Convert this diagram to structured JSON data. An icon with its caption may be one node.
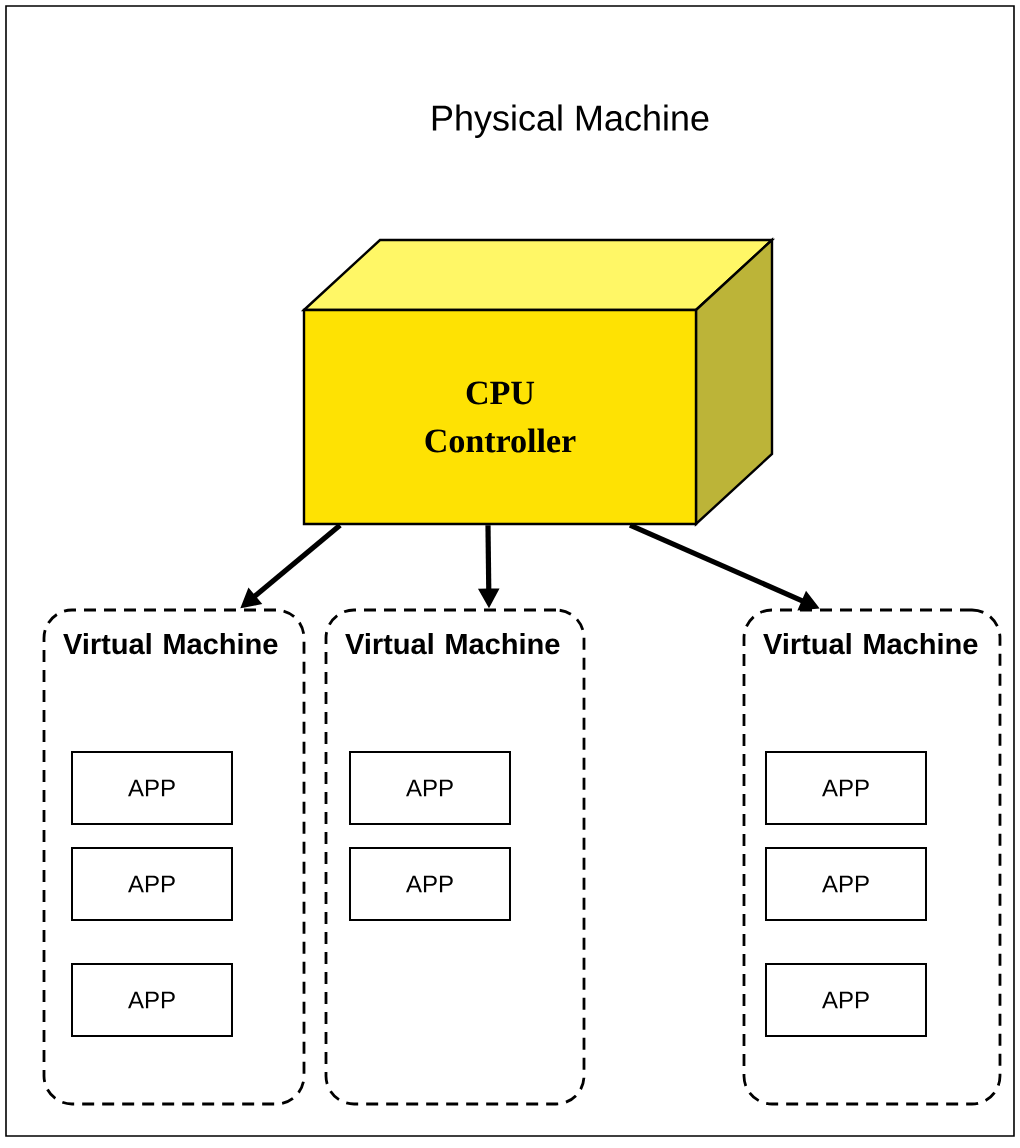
{
  "diagram": {
    "nodes": [
      {
        "text": [
          "Physical Machine"
        ]
      },
      {
        "text": [
          "CPU Controller"
        ],
        "in": 0
      },
      {
        "text": [
          "Virtual Machine"
        ],
        "in": 0
      },
      {
        "text": [
          "APP"
        ],
        "in": 2
      },
      {
        "text": [
          "APP"
        ],
        "in": 2
      },
      {
        "text": [
          "APP"
        ],
        "in": 2
      },
      {
        "text": [
          "Virtual Machine"
        ],
        "in": 0
      },
      {
        "text": [
          "APP"
        ],
        "in": 6
      },
      {
        "text": [
          "APP"
        ],
        "in": 6
      },
      {
        "text": [
          "Virtual Machine"
        ],
        "in": 0
      },
      {
        "text": [
          "APP"
        ],
        "in": 9
      },
      {
        "text": [
          "APP"
        ],
        "in": 9
      },
      {
        "text": [
          "APP"
        ],
        "in": 9
      }
    ],
    "edges": [
      {
        "from": 1,
        "to": 2,
        "arrow": "to"
      },
      {
        "from": 1,
        "to": 6,
        "arrow": "to"
      },
      {
        "from": 1,
        "to": 9,
        "arrow": "to"
      }
    ]
  }
}
